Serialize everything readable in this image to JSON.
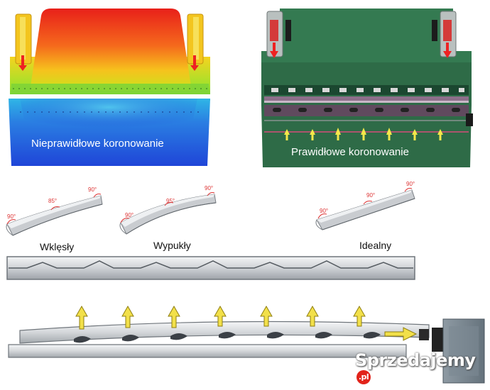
{
  "top_left": {
    "label": "Nieprawidłowe koronowanie"
  },
  "top_right": {
    "label": "Prawidłowe koronowanie"
  },
  "bends": [
    {
      "name": "Wklęsły",
      "angles": [
        "90°",
        "85°",
        "90°"
      ]
    },
    {
      "name": "Wypukły",
      "angles": [
        "90°",
        "95°",
        "90°"
      ]
    },
    {
      "name": "Idealny",
      "angles": [
        "90°",
        "90°",
        "90°"
      ]
    }
  ],
  "watermark": {
    "text": "Sprzedajemy",
    "badge": ".pl"
  },
  "colors": {
    "press_green": "#2e6b47",
    "arrow_yellow": "#f5e84a",
    "hot": "#e8201a",
    "cold": "#1f45d8"
  }
}
